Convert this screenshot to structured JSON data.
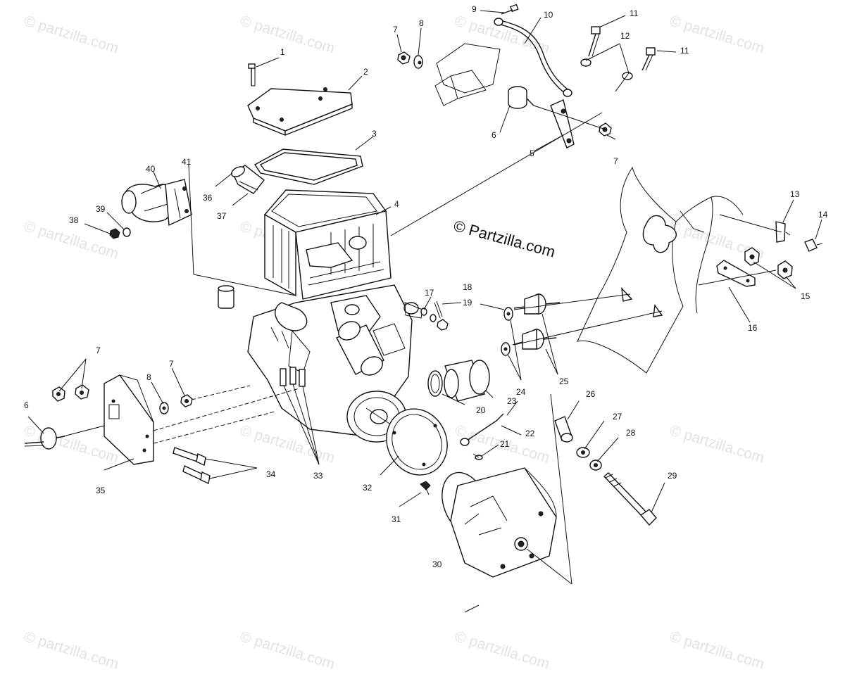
{
  "watermark": {
    "text": "© Partzilla.com",
    "small_text": "© partzilla.com"
  },
  "callouts": [
    "1",
    "2",
    "3",
    "4",
    "5",
    "6",
    "7",
    "8",
    "9",
    "10",
    "11",
    "12",
    "13",
    "14",
    "15",
    "16",
    "17",
    "18",
    "19",
    "20",
    "21",
    "22",
    "23",
    "24",
    "25",
    "26",
    "27",
    "28",
    "29",
    "30",
    "31",
    "32",
    "33",
    "34",
    "35",
    "36",
    "37",
    "38",
    "39",
    "40",
    "41"
  ],
  "callout_labels": {
    "c1": "1",
    "c2": "2",
    "c3": "3",
    "c4": "4",
    "c5": "5",
    "c6a": "6",
    "c6b": "6",
    "c7a": "7",
    "c7b": "7",
    "c7c": "7",
    "c7d": "7",
    "c8a": "8",
    "c8b": "8",
    "c9": "9",
    "c10": "10",
    "c11a": "11",
    "c11b": "11",
    "c12": "12",
    "c13": "13",
    "c14": "14",
    "c15": "15",
    "c16": "16",
    "c17": "17",
    "c18": "18",
    "c19": "19",
    "c20": "20",
    "c21": "21",
    "c22": "22",
    "c23": "23",
    "c24": "24",
    "c25": "25",
    "c26": "26",
    "c27": "27",
    "c28": "28",
    "c29": "29",
    "c30": "30",
    "c31": "31",
    "c32": "32",
    "c33": "33",
    "c34": "34",
    "c35": "35",
    "c36": "36",
    "c37": "37",
    "c38": "38",
    "c39": "39",
    "c40": "40",
    "c41": "41"
  }
}
